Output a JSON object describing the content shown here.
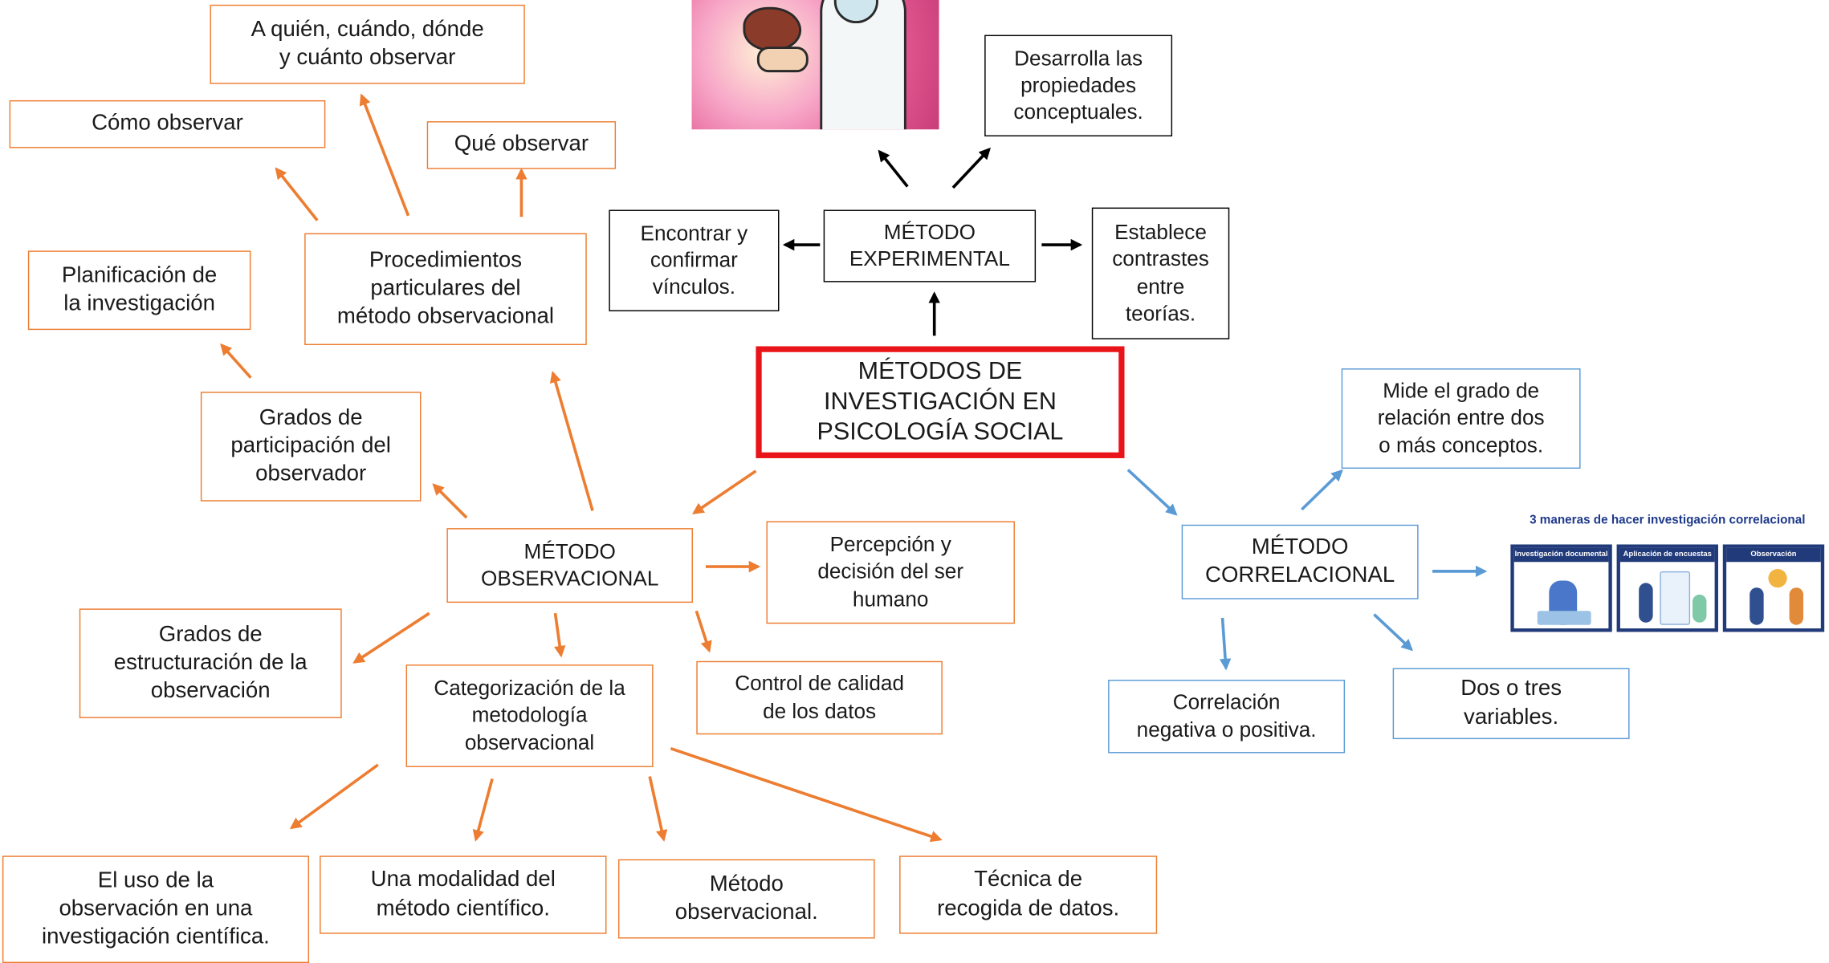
{
  "colors": {
    "orange": "#ED7D31",
    "blue": "#5B9BD5",
    "red": "#E8141A",
    "black": "#000000"
  },
  "center": {
    "text": "MÉTODOS DE\nINVESTIGACIÓN EN\nPSICOLOGÍA SOCIAL"
  },
  "experimental": {
    "title": "MÉTODO\nEXPERIMENTAL",
    "left": "Encontrar y\nconfirmar\nvínculos.",
    "right": "Establece\ncontrastes\nentre\nteorías.",
    "top": "Desarrolla las\npropiedades\nconceptuales."
  },
  "observational": {
    "title": "MÉTODO\nOBSERVACIONAL",
    "planificacion": "Planificación de\nla investigación",
    "grados_participacion": "Grados de\nparticipación del\nobservador",
    "procedimientos": "Procedimientos\nparticulares del\nmétodo observacional",
    "a_quien": "A quién, cuándo, dónde\ny cuánto observar",
    "como": "Cómo observar",
    "que": "Qué observar",
    "percepcion": "Percepción y\ndecisión del ser\nhumano",
    "grados_estructuracion": "Grados de\nestructuración de la\nobservación",
    "categorizacion": "Categorización de la\nmetodología\nobservacional",
    "control": "Control de calidad\nde los datos",
    "uso": "El uso de la\nobservación en una\ninvestigación científica.",
    "modalidad": "Una modalidad del\nmétodo científico.",
    "metodo_obs": "Método\nobservacional.",
    "tecnica": "Técnica de\nrecogida de datos."
  },
  "correlational": {
    "title": "MÉTODO\nCORRELACIONAL",
    "mide": "Mide el grado de\nrelación entre dos\no más conceptos.",
    "correlacion": "Correlación\nnegativa o positiva.",
    "variables": "Dos o tres\nvariables."
  },
  "infographic": {
    "title": "3 maneras de hacer investigación correlacional",
    "cards": [
      "Investigación documental",
      "Aplicación de encuestas",
      "Observación"
    ]
  }
}
